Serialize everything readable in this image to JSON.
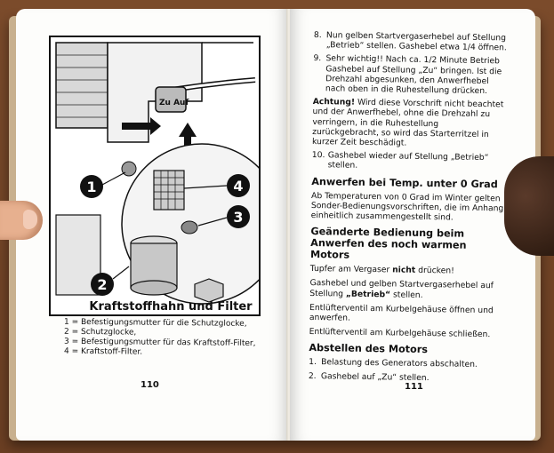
{
  "left_page": {
    "figure": {
      "callouts": [
        "1",
        "2",
        "3",
        "4"
      ]
    },
    "caption": {
      "title": "Kraftstoffhahn und Filter",
      "legend": [
        "1 = Befestigungsmutter für die Schutzglocke,",
        "2 = Schutzglocke,",
        "3 = Befestigungsmutter für das Kraftstoff-Filter,",
        "4 = Kraftstoff-Filter."
      ]
    },
    "page_number": "110"
  },
  "right_page": {
    "items_top": [
      {
        "n": "8.",
        "text": "Nun gelben Startvergaserhebel auf Stellung „Betrieb“ stellen. Gashebel etwa 1/4 öffnen."
      },
      {
        "n": "9.",
        "text": "Sehr wichtig!! Nach ca. 1/2 Minute Betrieb Gashebel auf Stellung „Zu“ bringen. Ist die Drehzahl abgesunken, den Anwerfhebel nach oben in die Ruhestellung drücken."
      }
    ],
    "warning": {
      "label": "Achtung!",
      "text": " Wird diese Vorschrift nicht beachtet und der Anwerfhebel, ohne die Drehzahl zu verringern, in die Ruhestellung zurückgebracht, so wird das Starterritzel in kurzer Zeit beschädigt."
    },
    "item_10": {
      "n": "10.",
      "text": "Gashebel wieder auf Stellung „Betrieb“ stellen."
    },
    "heading_cold": "Anwerfen bei Temp. unter 0 Grad",
    "text_cold": "Ab Temperaturen von 0 Grad im Winter gelten Sonder-Bedienungsvorschriften, die im Anhang einheitlich zusammengestellt sind.",
    "heading_warm": "Geänderte Bedienung beim Anwerfen des noch warmen Motors",
    "warm_line1_a": "Tupfer am Vergaser ",
    "warm_line1_b": "nicht",
    "warm_line1_c": " drücken!",
    "warm_line2_a": "Gashebel und gelben Startvergaserhebel auf Stellung ",
    "warm_line2_b": "„Betrieb“",
    "warm_line2_c": " stellen.",
    "warm_line3": "Entlüfterventil am Kurbelgehäuse öffnen und anwerfen.",
    "warm_line4": "Entlüfterventil am Kurbelgehäuse schließen.",
    "heading_stop": "Abstellen des Motors",
    "stop_items": [
      {
        "n": "1.",
        "text": "Belastung des Generators abschalten."
      },
      {
        "n": "2.",
        "text": "Gashebel auf „Zu“ stellen."
      }
    ],
    "page_number": "111"
  }
}
